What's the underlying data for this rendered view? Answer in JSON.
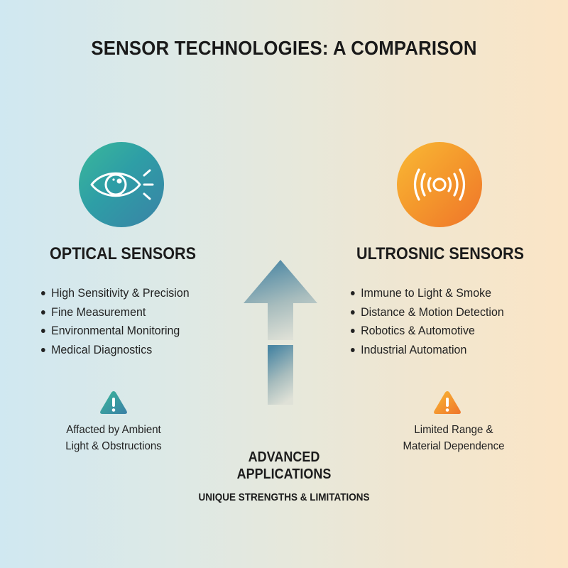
{
  "title": "SENSOR TECHNOLOGIES: A COMPARISON",
  "colors": {
    "background_left": "#d0e8f1",
    "background_right": "#fbe5c6",
    "optical_accent_start": "#3ab89a",
    "optical_accent_end": "#3a82a6",
    "ultrasonic_accent_start": "#f9b935",
    "ultrasonic_accent_end": "#ef742a",
    "arrow_top": "#4d87a3",
    "arrow_bottom": "#dcdfd6",
    "text": "#1c1c1c"
  },
  "optical": {
    "icon": "eye-icon",
    "heading": "OPTICAL SENSORS",
    "strengths": [
      "High Sensitivity & Precision",
      "Fine Measurement",
      "Environmental Monitoring",
      "Medical Diagnostics"
    ],
    "limitation_icon": "warning-icon",
    "limitation_line1": "Affacted by Ambient",
    "limitation_line2": "Light & Obstructions"
  },
  "ultrasonic": {
    "icon": "sound-waves-icon",
    "heading": "ULTROSNIC SENSORS",
    "strengths": [
      "Immune to Light & Smoke",
      "Distance & Motion Detection",
      "Robotics & Automotive",
      "Industrial Automation"
    ],
    "limitation_icon": "warning-icon",
    "limitation_line1": "Limited Range &",
    "limitation_line2": "Material Dependence"
  },
  "center": {
    "arrow_icon": "up-arrow-icon",
    "title_line1": "ADVANCED",
    "title_line2": "APPLICATIONS",
    "subtitle": "UNIQUE STRENGTHS & LIMITATIONS"
  }
}
